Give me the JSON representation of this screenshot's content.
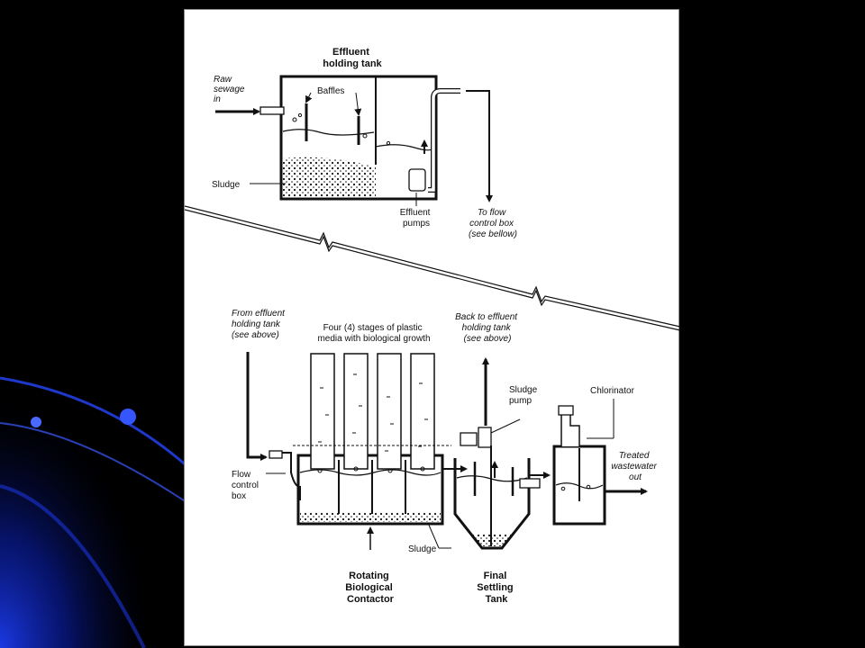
{
  "colors": {
    "slide_background": "#000000",
    "swoosh_blue": "#1d3cf0",
    "panel_background": "#ffffff",
    "ink": "#111111"
  },
  "upper_section": {
    "effluent_holding_tank": [
      "Effluent",
      "holding tank"
    ],
    "raw_sewage_in": [
      "Raw",
      "sewage",
      "in"
    ],
    "baffles": "Baffles",
    "sludge": "Sludge",
    "effluent_pumps": [
      "Effluent",
      "pumps"
    ],
    "to_flow_control_box": [
      "To flow",
      "control box",
      "(see bellow)"
    ]
  },
  "lower_section": {
    "from_effluent_holding_tank": [
      "From effluent",
      "holding tank",
      "(see above)"
    ],
    "four_stages": [
      "Four (4) stages of plastic",
      "media with biological growth"
    ],
    "back_to_effluent_holding_tank": [
      "Back to effluent",
      "holding tank",
      "(see above)"
    ],
    "sludge_pump": [
      "Sludge",
      "pump"
    ],
    "chlorinator": "Chlorinator",
    "flow_control_box": [
      "Flow",
      "control",
      "box"
    ],
    "treated_wastewater_out": [
      "Treated",
      "wastewater",
      "out"
    ],
    "sludge": "Sludge",
    "rotating_biological_contactor": [
      "Rotating",
      "Biological",
      "Contactor"
    ],
    "final_settling_tank": [
      "Final",
      "Settling",
      "Tank"
    ]
  }
}
